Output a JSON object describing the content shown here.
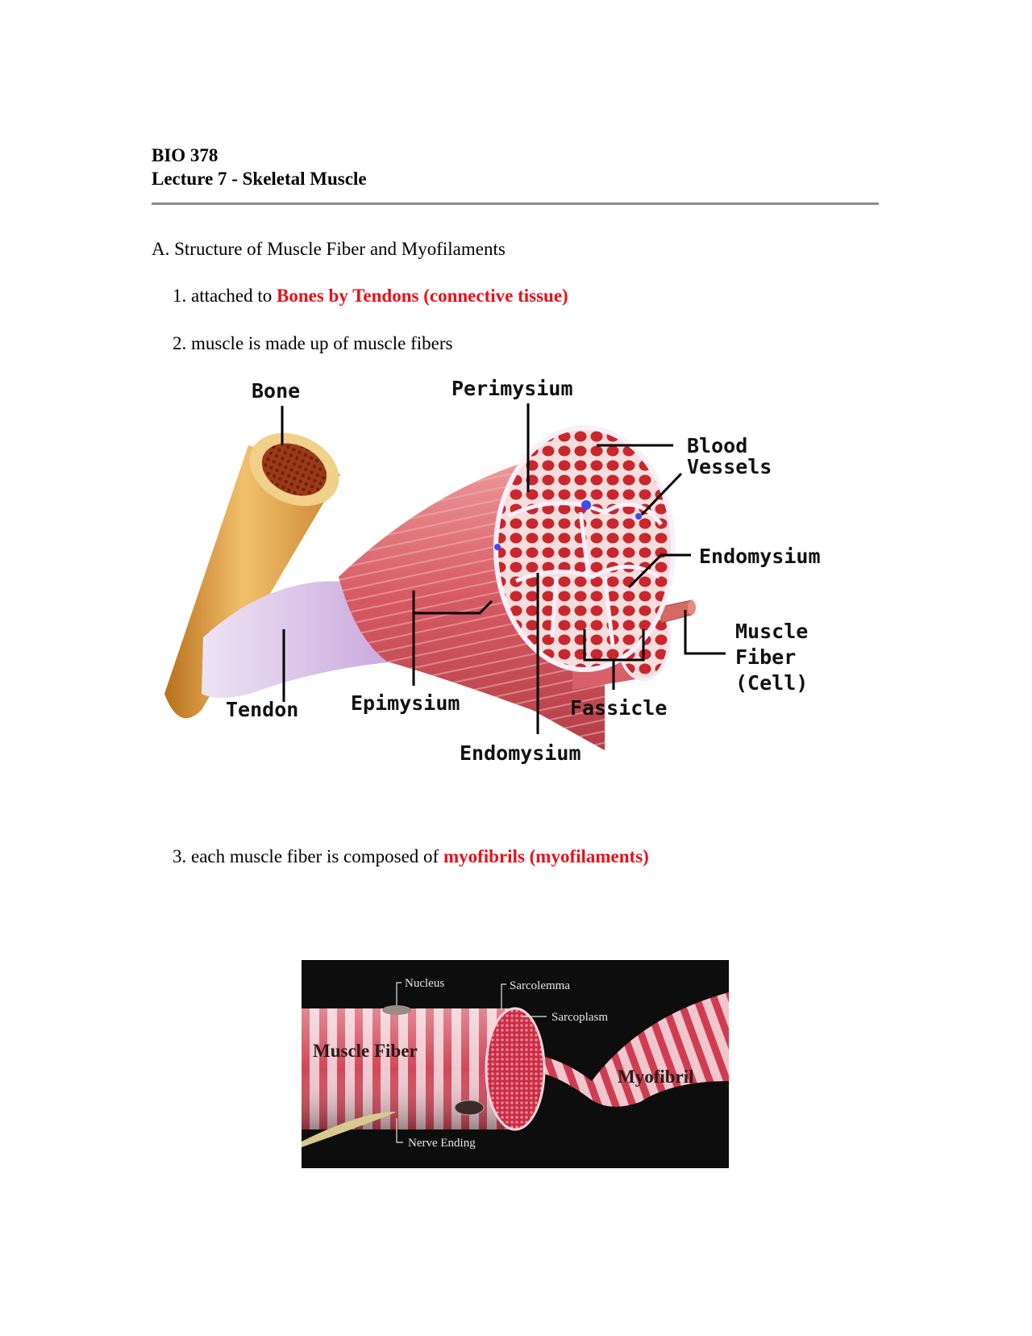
{
  "header": {
    "course": "BIO 378",
    "lecture": "Lecture 7 - Skeletal Muscle"
  },
  "section_a": "A. Structure of Muscle Fiber and Myofilaments",
  "item1": {
    "prefix": "1. attached to ",
    "highlight": "Bones by Tendons (connective tissue)"
  },
  "item2": {
    "text": "2. muscle is made up of muscle fibers"
  },
  "item3": {
    "prefix": "3. each muscle fiber is composed of ",
    "highlight": "myofibrils (myofilaments)"
  },
  "muscle_diagram": {
    "labels": {
      "bone": "Bone",
      "perimysium": "Perimysium",
      "blood_vessels_1": "Blood",
      "blood_vessels_2": "Vessels",
      "endomysium_top": "Endomysium",
      "muscle_fiber_1": "Muscle",
      "muscle_fiber_2": "Fiber",
      "muscle_fiber_3": "(Cell)",
      "tendon": "Tendon",
      "epimysium": "Epimysium",
      "fassicle": "Fassicle",
      "endomysium_bottom": "Endomysium"
    }
  },
  "fiber_diagram": {
    "labels": {
      "nucleus": "Nucleus",
      "sarcolemma": "Sarcolemma",
      "sarcoplasm": "Sarcoplasm",
      "muscle_fiber": "Muscle Fiber",
      "myofibril": "Myofibril",
      "nerve_ending": "Nerve Ending"
    }
  },
  "colors": {
    "highlight": "#e8101a",
    "muscle": "#d9606a",
    "bone": "#e0a24a",
    "tendon": "#d6c3e6",
    "fiber_background": "#0d0d0d"
  }
}
